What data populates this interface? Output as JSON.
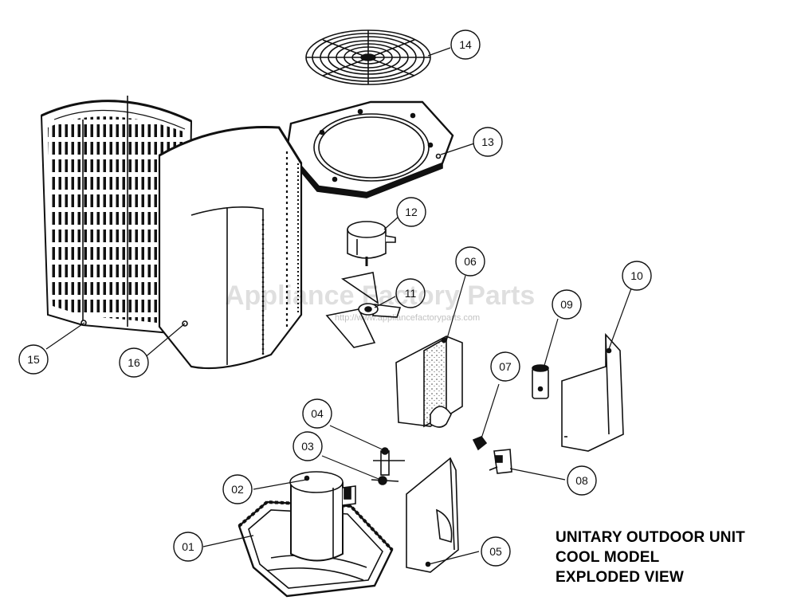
{
  "title": {
    "line1": "UNITARY OUTDOOR UNIT",
    "line2": "COOL MODEL",
    "line3": "EXPLODED VIEW"
  },
  "watermark": {
    "text": "Appliance Factory Parts",
    "url": "http://www.appliancefactoryparts.com"
  },
  "callouts": [
    "01",
    "02",
    "03",
    "04",
    "05",
    "06",
    "07",
    "08",
    "09",
    "10",
    "11",
    "12",
    "13",
    "14",
    "15",
    "16"
  ],
  "colors": {
    "line": "#111111",
    "paper": "#ffffff",
    "shade": "#d9d9d9"
  }
}
